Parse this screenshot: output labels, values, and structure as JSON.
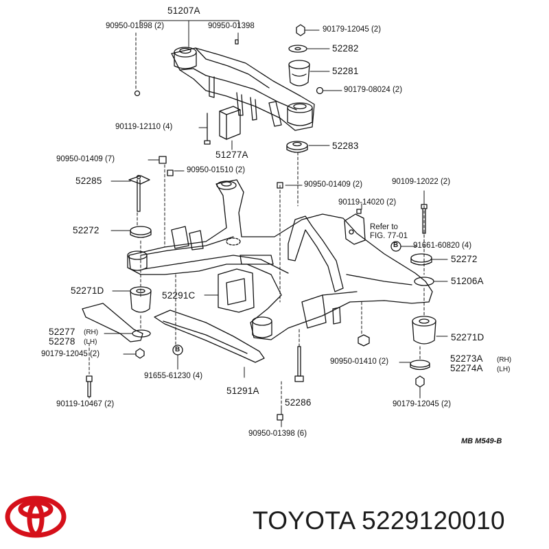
{
  "callouts": {
    "c51207A": "51207A",
    "c90950_01398_2": "90950-01398 (2)",
    "c90950_01398": "90950-01398",
    "c90179_12045_2_top": "90179-12045 (2)",
    "c52282": "52282",
    "c52281": "52281",
    "c90179_08024_2": "90179-08024 (2)",
    "c90119_12110_4": "90119-12110 (4)",
    "c51277A": "51277A",
    "c52283": "52283",
    "c90950_01409_7": "90950-01409 (7)",
    "c90950_01510_2": "90950-01510 (2)",
    "c52285": "52285",
    "c90950_01409_2": "90950-01409 (2)",
    "c90109_12022_2": "90109-12022 (2)",
    "c90119_14020_2": "90119-14020 (2)",
    "refer_line1": "Refer to",
    "refer_line2": "FIG. 77-01",
    "c52272_left": "52272",
    "c91661_60820_4": "91661-60820 (4)",
    "c52272_right": "52272",
    "c52271D_left": "52271D",
    "c52291C": "52291C",
    "c51206A": "51206A",
    "c52277": "52277",
    "c52278": "52278",
    "rh_left": "(RH)",
    "lh_left": "(LH)",
    "c52271D_right": "52271D",
    "c90179_12045_2_left": "90179-12045 (2)",
    "c90950_01410_2": "90950-01410 (2)",
    "c52273A": "52273A",
    "c52274A": "52274A",
    "rh_right": "(RH)",
    "lh_right": "(LH)",
    "c91655_61230_4": "91655-61230 (4)",
    "c51291A": "51291A",
    "c90119_10467_2": "90119-10467 (2)",
    "c52286": "52286",
    "c90179_12045_2_right": "90179-12045 (2)",
    "c90950_01398_6": "90950-01398 (6)",
    "fig_code": "MB M549-B"
  },
  "markers": {
    "b_circle": "B"
  },
  "footer": {
    "brand": "TOYOTA",
    "part_number": "5229120010",
    "logo_icon": "toyota-logo"
  },
  "colors": {
    "ink": "#111111",
    "logo_red": "#d5101a"
  }
}
